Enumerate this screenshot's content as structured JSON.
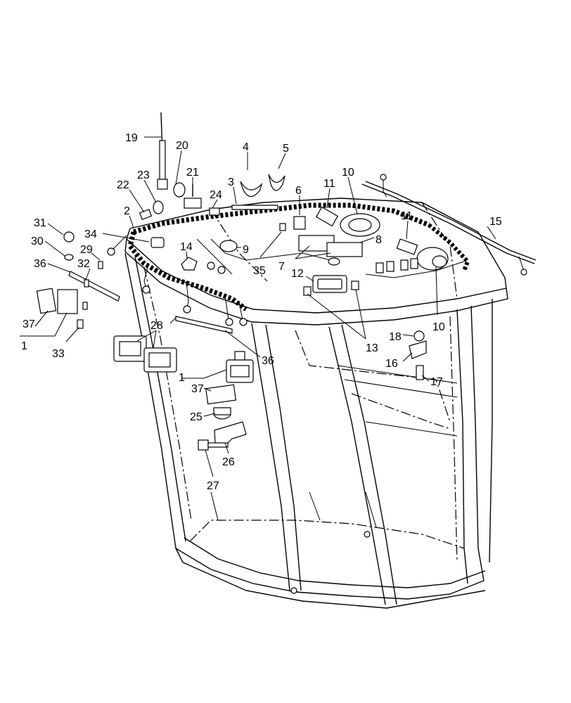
{
  "diagram": {
    "labels": [
      "1",
      "2",
      "3",
      "4",
      "5",
      "6",
      "7",
      "8",
      "9",
      "10",
      "11",
      "12",
      "13",
      "14",
      "15",
      "16",
      "17",
      "18",
      "19",
      "20",
      "21",
      "22",
      "23",
      "24",
      "25",
      "26",
      "27",
      "28",
      "29",
      "30",
      "31",
      "32",
      "33",
      "34",
      "35",
      "36",
      "37"
    ],
    "callouts": [
      {
        "text": "19"
      },
      {
        "text": "20"
      },
      {
        "text": "21"
      },
      {
        "text": "22"
      },
      {
        "text": "23"
      },
      {
        "text": "4"
      },
      {
        "text": "5"
      },
      {
        "text": "3"
      },
      {
        "text": "24"
      },
      {
        "text": "6"
      },
      {
        "text": "11"
      },
      {
        "text": "10"
      },
      {
        "text": "11"
      },
      {
        "text": "15"
      },
      {
        "text": "2"
      },
      {
        "text": "31"
      },
      {
        "text": "34"
      },
      {
        "text": "30"
      },
      {
        "text": "29"
      },
      {
        "text": "36"
      },
      {
        "text": "32"
      },
      {
        "text": "14"
      },
      {
        "text": "9"
      },
      {
        "text": "35"
      },
      {
        "text": "7"
      },
      {
        "text": "8"
      },
      {
        "text": "12"
      },
      {
        "text": "10"
      },
      {
        "text": "37"
      },
      {
        "text": "1"
      },
      {
        "text": "33"
      },
      {
        "text": "28"
      },
      {
        "text": "36"
      },
      {
        "text": "13"
      },
      {
        "text": "18"
      },
      {
        "text": "16"
      },
      {
        "text": "17"
      },
      {
        "text": "1"
      },
      {
        "text": "37"
      },
      {
        "text": "25"
      },
      {
        "text": "26"
      },
      {
        "text": "27"
      }
    ]
  }
}
